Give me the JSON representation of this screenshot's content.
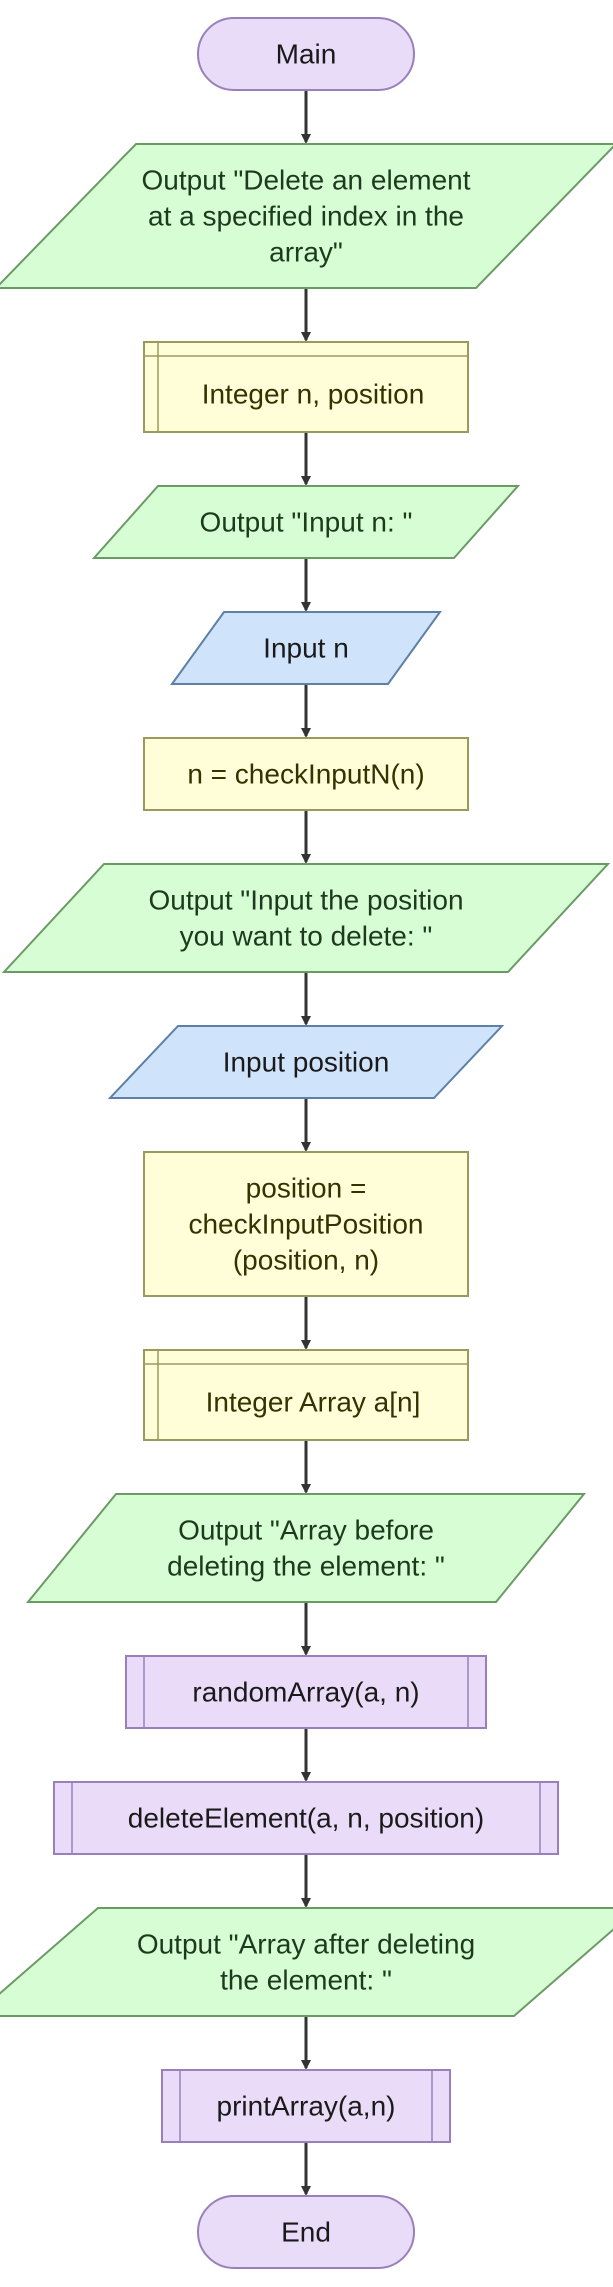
{
  "colors": {
    "terminal_fill": "#e8dcf8",
    "terminal_stroke": "#9a80bb",
    "io_fill": "#d6fdd4",
    "io_stroke": "#6c9a66",
    "input_fill": "#cfe3fb",
    "input_stroke": "#5d7fa8",
    "process_fill": "#fffed8",
    "process_stroke": "#9a9a5c",
    "call_fill": "#eadcf8",
    "call_stroke": "#9a80bb",
    "arrow": "#333333",
    "text_dark": "#1a1a1a",
    "text_io": "#1e3a1c",
    "text_process": "#333300"
  },
  "nodes": [
    {
      "id": "main-terminal",
      "type": "terminal",
      "lines": [
        "Main"
      ]
    },
    {
      "id": "output-intro",
      "type": "output",
      "lines": [
        "Output \"Delete an element",
        "at a specified index in the",
        "array\""
      ]
    },
    {
      "id": "declare-n-position",
      "type": "declare",
      "lines": [
        "Integer n, position"
      ]
    },
    {
      "id": "output-input-n",
      "type": "output",
      "lines": [
        "Output \"Input n: \""
      ]
    },
    {
      "id": "input-n",
      "type": "input",
      "lines": [
        "Input n"
      ]
    },
    {
      "id": "assign-n",
      "type": "process",
      "lines": [
        "n = checkInputN(n)"
      ]
    },
    {
      "id": "output-input-position",
      "type": "output",
      "lines": [
        "Output \"Input the position",
        "you want to delete: \""
      ]
    },
    {
      "id": "input-position",
      "type": "input",
      "lines": [
        "Input position"
      ]
    },
    {
      "id": "assign-position",
      "type": "process",
      "lines": [
        "position =",
        "checkInputPosition",
        "(position, n)"
      ]
    },
    {
      "id": "declare-array",
      "type": "declare",
      "lines": [
        "Integer Array a[n]"
      ]
    },
    {
      "id": "output-before",
      "type": "output",
      "lines": [
        "Output \"Array before",
        "deleting the element: \""
      ]
    },
    {
      "id": "call-random-array",
      "type": "call",
      "lines": [
        "randomArray(a, n)"
      ]
    },
    {
      "id": "call-delete-element",
      "type": "call",
      "lines": [
        "deleteElement(a, n, position)"
      ]
    },
    {
      "id": "output-after",
      "type": "output",
      "lines": [
        "Output \"Array after deleting",
        "the element: \""
      ]
    },
    {
      "id": "call-print-array",
      "type": "call",
      "lines": [
        "printArray(a,n)"
      ]
    },
    {
      "id": "end-terminal",
      "type": "terminal",
      "lines": [
        "End"
      ]
    }
  ]
}
